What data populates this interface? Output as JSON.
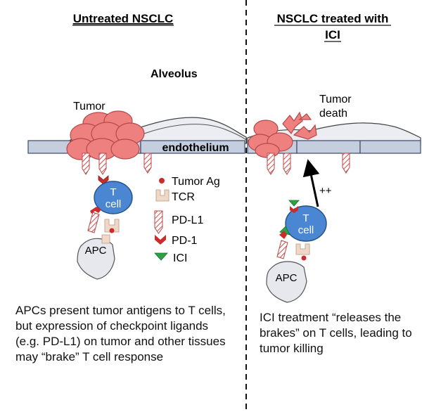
{
  "panels": {
    "left": {
      "heading": "Untreated NSCLC",
      "caption": "APCs present tumor antigens to T cells, but expression of checkpoint ligands (e.g. PD-L1) on tumor and other tissues may “brake” T cell response"
    },
    "right": {
      "heading_line1": "NSCLC treated with",
      "heading_line2": "ICI",
      "caption": "ICI treatment “releases the brakes” on T cells, leading to tumor killing"
    }
  },
  "labels": {
    "alveolus": "Alveolus",
    "tumor": "Tumor",
    "endothelium": "endothelium",
    "tumor_death_line1": "Tumor",
    "tumor_death_line2": "death",
    "t_cell_line1": "T",
    "t_cell_line2": "cell",
    "apc": "APC",
    "plus_plus": "++"
  },
  "legend": {
    "tumor_ag": "Tumor Ag",
    "tcr": "TCR",
    "pd_l1": "PD-L1",
    "pd_1": "PD-1",
    "ici": "ICI"
  },
  "colors": {
    "tumor": "#ee8080",
    "tumor_stroke": "#b54848",
    "t_cell": "#4a86d2",
    "pd1": "#cc2b2b",
    "ici": "#2aa246",
    "tcr": "#efd9c6",
    "tissue": "#c5cede",
    "apc": "#e6e8ee"
  }
}
